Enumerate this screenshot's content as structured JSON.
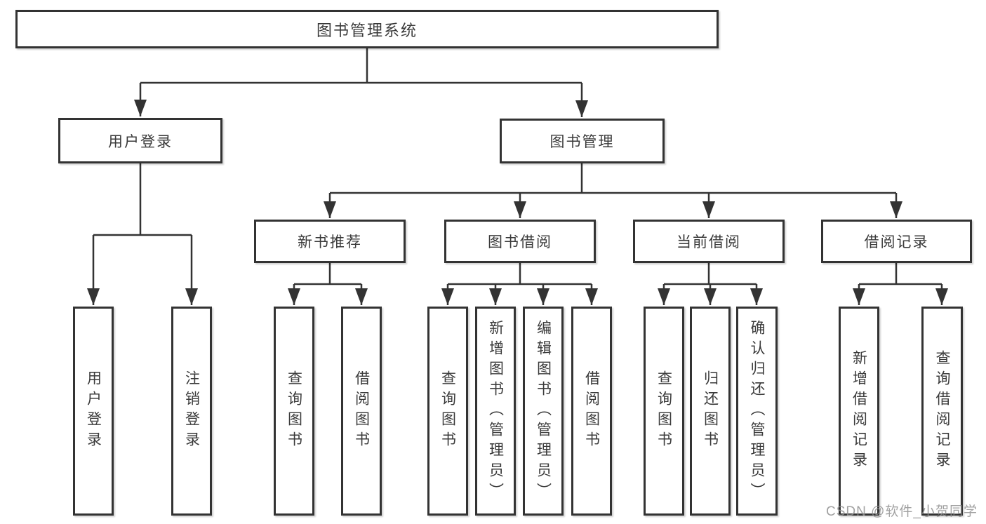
{
  "diagram": {
    "title": "图书管理系统",
    "line_color": "#333333",
    "box_background": "#ffffff",
    "level2": [
      "用户登录",
      "图书管理"
    ],
    "level3": [
      "新书推荐",
      "图书借阅",
      "当前借阅",
      "借阅记录"
    ],
    "leaves": {
      "user_login": [
        "用户登录",
        "注销登录"
      ],
      "new_book_recommend": [
        "查询图书",
        "借阅图书"
      ],
      "book_borrow": [
        "查询图书",
        "新增图书（管理员）",
        "编辑图书（管理员）",
        "借阅图书"
      ],
      "current_borrow": [
        "查询图书",
        "归还图书",
        "确认归还（管理员）"
      ],
      "borrow_record": [
        "新增借阅记录",
        "查询借阅记录"
      ]
    }
  },
  "watermark": {
    "text": "CSDN @软件_小贺同学"
  }
}
